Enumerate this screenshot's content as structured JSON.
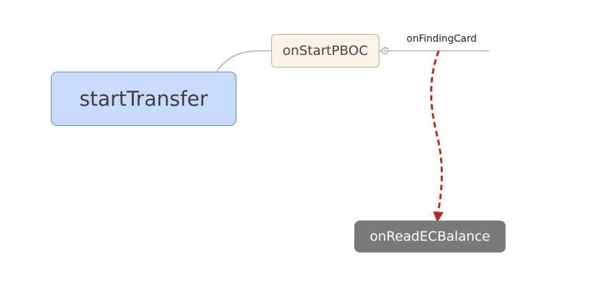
{
  "mindmap": {
    "central_topic": "startTransfer",
    "main_topic": "onStartPBOC",
    "sub_topic": "onFindingCard",
    "floating_topic": "onReadECBalance"
  },
  "colors": {
    "central_fill": "#c9dcff",
    "central_border": "#6f86b8",
    "main_fill": "#fdf3e8",
    "main_border": "#b9aa9b",
    "floating_fill": "#7a7a7a",
    "connector": "#8c8c8c",
    "relationship_arrow": "#b22b22"
  },
  "icons": {
    "collapse_toggle": "collapse-circle-icon",
    "relationship_arrowhead": "arrowhead-icon"
  }
}
